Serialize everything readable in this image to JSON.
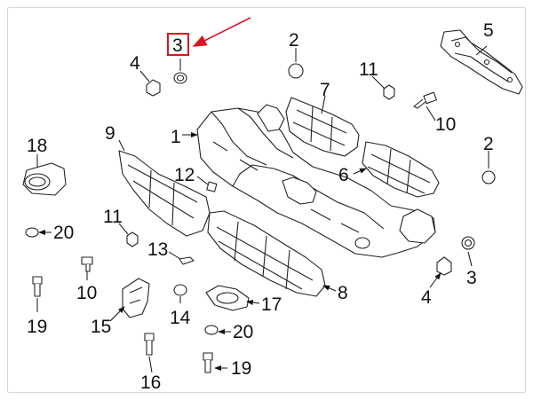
{
  "diagram": {
    "highlight_color": "#d9151e",
    "highlighted_callout": "3",
    "callouts": {
      "c3_top": "3",
      "c4_top": "4",
      "c2_top": "2",
      "c11_top": "11",
      "c7": "7",
      "c5": "5",
      "c10_right": "10",
      "c18": "18",
      "c9": "9",
      "c1": "1",
      "c2_right": "2",
      "c6": "6",
      "c12": "12",
      "c20_left": "20",
      "c11_left": "11",
      "c13": "13",
      "c10_left": "10",
      "c19_left": "19",
      "c15": "15",
      "c14": "14",
      "c17": "17",
      "c20_bottom": "20",
      "c8": "8",
      "c4_bottom": "4",
      "c3_right": "3",
      "c16": "16",
      "c19_bottom": "19"
    }
  }
}
